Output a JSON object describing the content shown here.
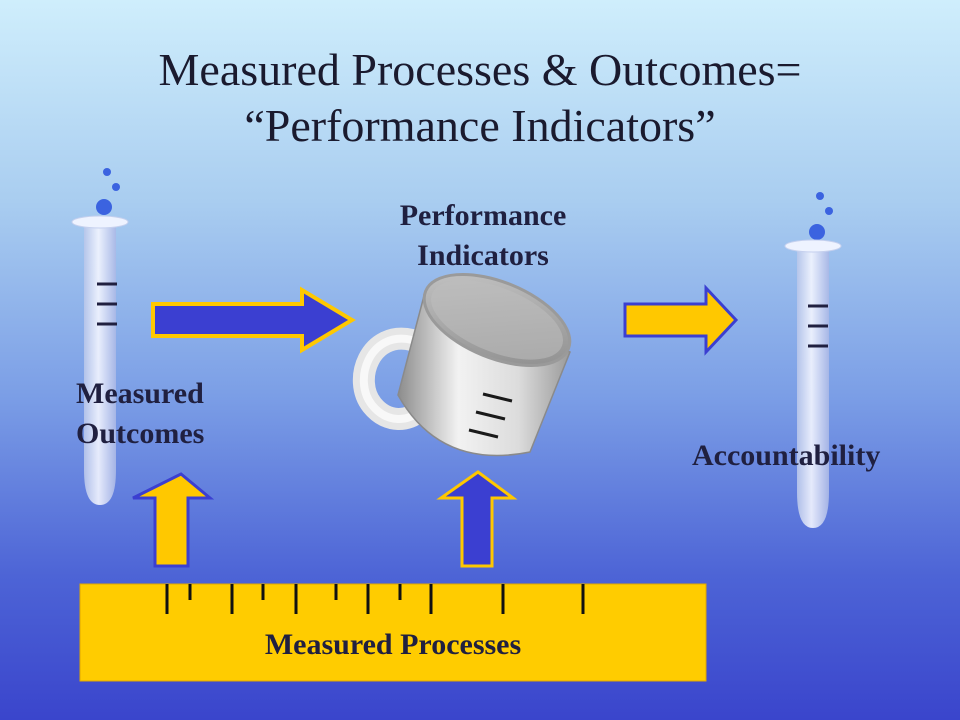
{
  "slide": {
    "title_line1": "Measured Processes & Outcomes=",
    "title_line2": "“Performance  Indicators”",
    "label_performance_line1": "Performance",
    "label_performance_line2": "Indicators",
    "label_outcomes_line1": "Measured",
    "label_outcomes_line2": "Outcomes",
    "label_accountability": "Accountability",
    "label_processes": "Measured Processes"
  },
  "colors": {
    "arrow_blue": "#3b3fd1",
    "arrow_yellow": "#ffc800",
    "arrow_outline_dark": "#2b2f9a",
    "ruler_fill": "#ffcc00",
    "text_dark": "#202040"
  },
  "icons": [
    "test-tube-icon",
    "measuring-cup-icon",
    "ruler-icon",
    "right-arrow-icon",
    "up-arrow-icon"
  ]
}
